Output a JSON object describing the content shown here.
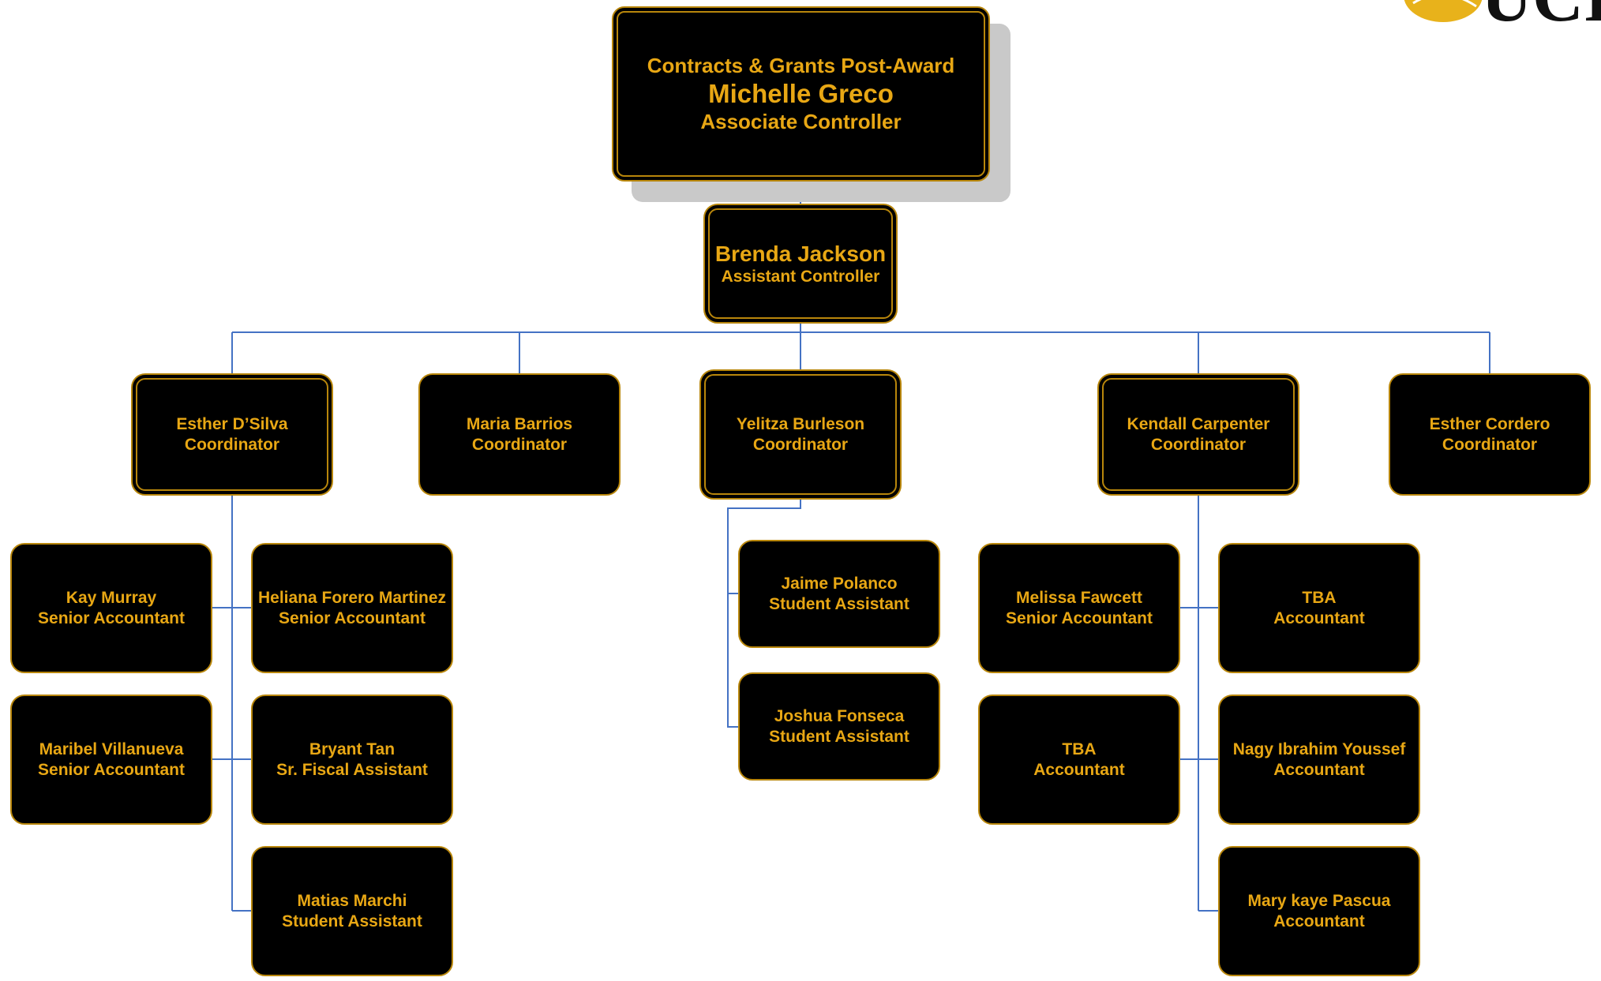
{
  "colors": {
    "box_fill": "#000000",
    "box_border": "#b8860b",
    "text": "#e8a714",
    "connector": "#4472c4",
    "shadow": "#c9c9c9"
  },
  "logo": {
    "text": "UCI",
    "icon": "uci-anteater-logo"
  },
  "head": {
    "department": "Contracts & Grants Post-Award",
    "name": "Michelle Greco",
    "title": "Associate Controller"
  },
  "assistant": {
    "name": "Brenda Jackson",
    "title": "Assistant Controller"
  },
  "coordinators": [
    {
      "name": "Esther D’Silva",
      "title": "Coordinator"
    },
    {
      "name": "Maria Barrios",
      "title": "Coordinator"
    },
    {
      "name": "Yelitza Burleson",
      "title": "Coordinator"
    },
    {
      "name": "Kendall Carpenter",
      "title": "Coordinator"
    },
    {
      "name": "Esther Cordero",
      "title": "Coordinator"
    }
  ],
  "staff": [
    {
      "name": "Kay Murray",
      "title": "Senior Accountant"
    },
    {
      "name": "Maribel Villanueva",
      "title": "Senior Accountant"
    },
    {
      "name": "Heliana Forero Martinez",
      "title": "Senior Accountant"
    },
    {
      "name": "Bryant Tan",
      "title": "Sr. Fiscal Assistant"
    },
    {
      "name": "Matias Marchi",
      "title": "Student Assistant"
    },
    {
      "name": "Jaime Polanco",
      "title": "Student Assistant"
    },
    {
      "name": "Joshua Fonseca",
      "title": "Student Assistant"
    },
    {
      "name": "Melissa Fawcett",
      "title": "Senior Accountant"
    },
    {
      "name": "TBA",
      "title": "Accountant"
    },
    {
      "name": "TBA",
      "title": "Accountant"
    },
    {
      "name": "Nagy Ibrahim Youssef",
      "title": "Accountant"
    },
    {
      "name": "Mary kaye Pascua",
      "title": "Accountant"
    }
  ]
}
